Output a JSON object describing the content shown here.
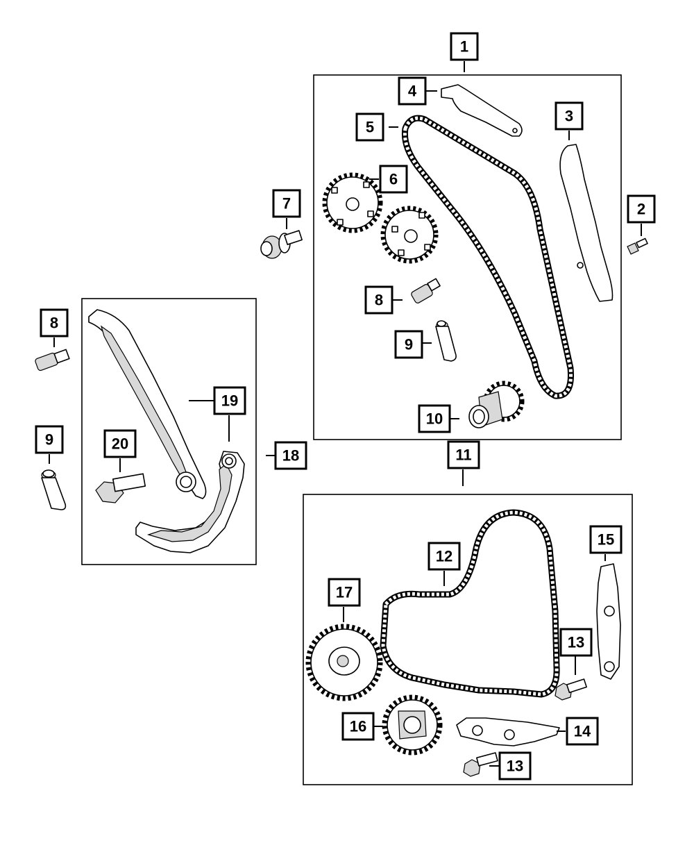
{
  "callouts": {
    "c1": "1",
    "c2": "2",
    "c3": "3",
    "c4": "4",
    "c5": "5",
    "c6": "6",
    "c7": "7",
    "c8a": "8",
    "c8b": "8",
    "c9a": "9",
    "c9b": "9",
    "c10": "10",
    "c11": "11",
    "c12": "12",
    "c13a": "13",
    "c13b": "13",
    "c14": "14",
    "c15": "15",
    "c16": "16",
    "c17": "17",
    "c18": "18",
    "c19": "19",
    "c20": "20"
  },
  "colors": {
    "line": "#000000",
    "background": "#ffffff",
    "shade": "#d9d9d9"
  }
}
